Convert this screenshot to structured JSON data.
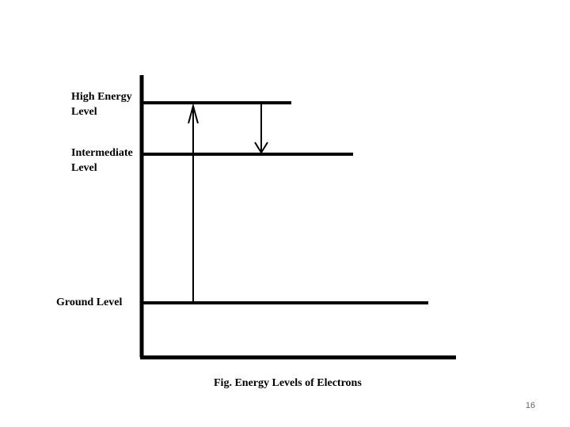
{
  "diagram": {
    "levels": {
      "high": {
        "label_line1": "High Energy",
        "label_line2": "Level"
      },
      "intermediate": {
        "label_line1": "Intermediate",
        "label_line2": "Level"
      },
      "ground": {
        "label": "Ground Level"
      }
    },
    "caption": "Fig. Energy Levels of Electrons"
  },
  "page_number": "16",
  "colors": {
    "line": "#000000",
    "page_number": "#666666",
    "background": "#ffffff"
  }
}
